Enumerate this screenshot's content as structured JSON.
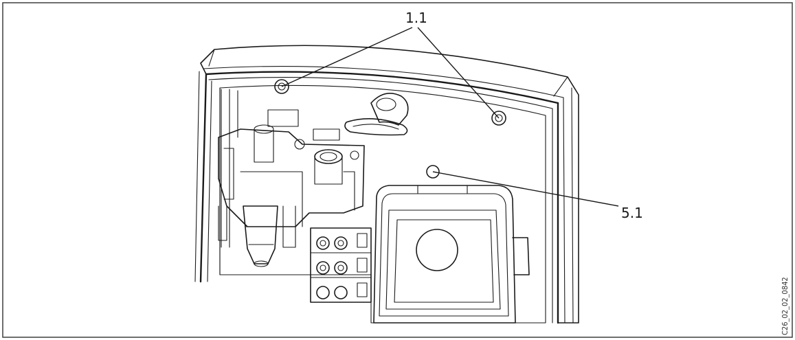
{
  "callouts": {
    "top": "1.1",
    "right": "5.1"
  },
  "figure_id": "C26_02_02_0842",
  "colors": {
    "line": "#1a1a1a",
    "housing_fill": "#f4f4f4",
    "panel_fill": "#ffffff",
    "shade": "#d9d9d9",
    "frame": "#4a4a4a"
  }
}
